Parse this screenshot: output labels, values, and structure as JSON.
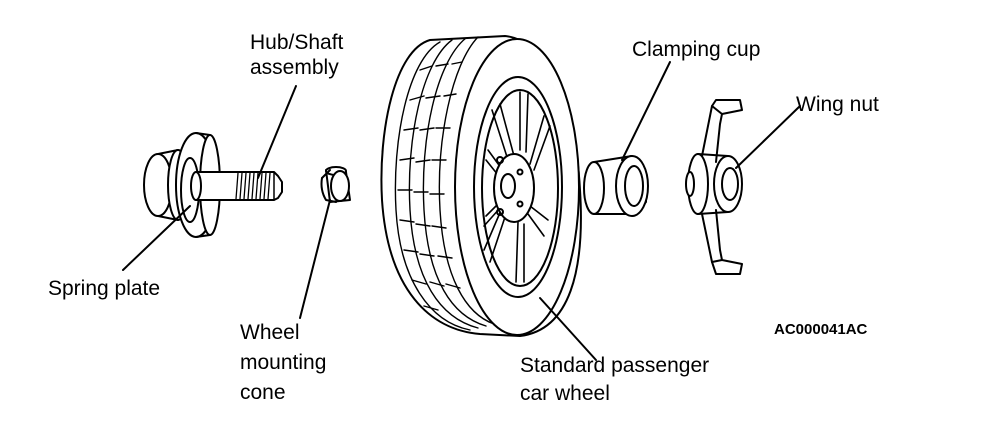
{
  "labels": {
    "hub_shaft": "Hub/Shaft\nassembly",
    "clamping_cup": "Clamping cup",
    "wing_nut": "Wing nut",
    "spring_plate": "Spring plate",
    "wheel_mounting_cone": "Wheel\nmounting\ncone",
    "standard_wheel": "Standard passenger\ncar wheel"
  },
  "figure_code": "AC000041AC"
}
